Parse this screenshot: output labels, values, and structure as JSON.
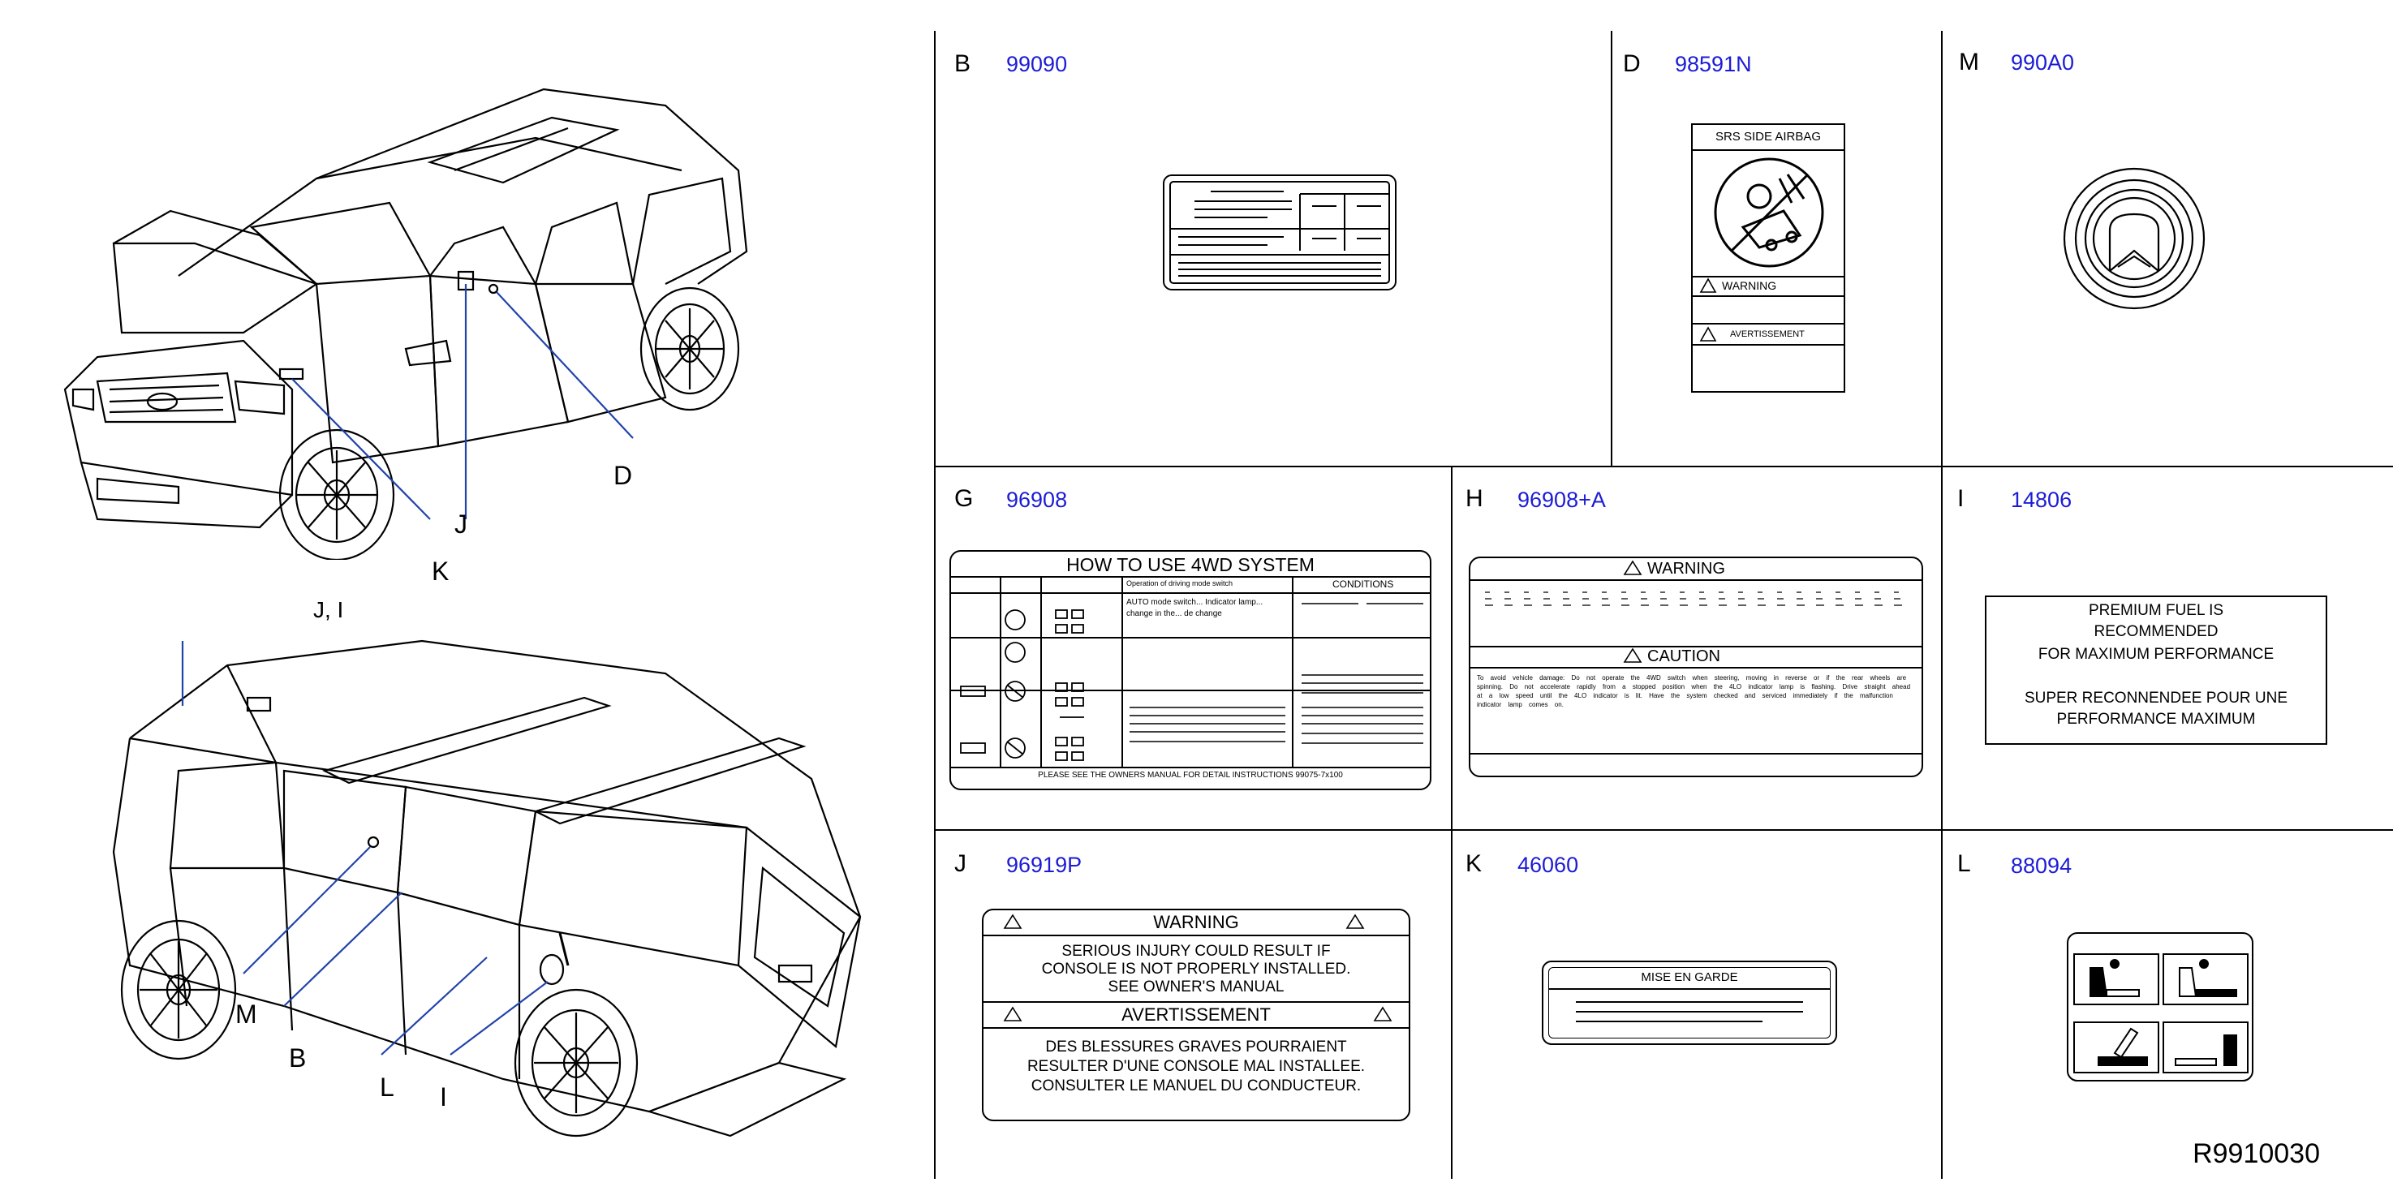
{
  "reference": "R9910030",
  "callouts": {
    "D": "D",
    "J": "J",
    "K": "K",
    "top_label": "J, I",
    "M": "M",
    "B": "B",
    "L": "L",
    "I": "I"
  },
  "panels": {
    "B": {
      "letter": "B",
      "code": "99090"
    },
    "D": {
      "letter": "D",
      "code": "98591N",
      "title": "SRS   SIDE   AIRBAG",
      "warning": "WARNING",
      "avertissement": "AVERTISSEMENT"
    },
    "M": {
      "letter": "M",
      "code": "990A0"
    },
    "G": {
      "letter": "G",
      "code": "96908",
      "title": "HOW  TO  USE  4WD  SYSTEM",
      "col_operation": "Operation  of  driving  mode  switch",
      "col_conditions": "CONDITIONS",
      "auto_text": "AUTO mode switch... Indicator lamp... change in the... de change",
      "footer": "PLEASE   SEE   THE   OWNERS   MANUAL   FOR   DETAIL   INSTRUCTIONS   99075-7x100"
    },
    "H": {
      "letter": "H",
      "code": "96908+A",
      "warning": "WARNING",
      "caution": "CAUTION",
      "caution_text": "To avoid vehicle damage: Do not operate the 4WD switch when steering, moving in reverse or if the rear wheels are spinning. Do not accelerate rapidly from a stopped position when the 4LO indicator lamp is flashing. Drive straight ahead at a low speed until the 4LO indicator is lit. Have the system checked and serviced immediately if the malfunction indicator lamp comes on."
    },
    "I": {
      "letter": "I",
      "code": "14806",
      "line1": "PREMIUM  FUEL  IS",
      "line2": "RECOMMENDED",
      "line3": "FOR   MAXIMUM   PERFORMANCE",
      "line4": "SUPER   RECONNENDEE   POUR   UNE",
      "line5": "PERFORMANCE   MAXIMUM"
    },
    "J": {
      "letter": "J",
      "code": "96919P",
      "warning": "WARNING",
      "en1": "SERIOUS   INJURY   COULD   RESULT   IF",
      "en2": "CONSOLE   IS   NOT   PROPERLY   INSTALLED.",
      "en3": "SEE   OWNER'S   MANUAL",
      "avertissement": "AVERTISSEMENT",
      "fr1": "DES   BLESSURES   GRAVES   POURRAIENT",
      "fr2": "RESULTER  D'UNE  CONSOLE  MAL  INSTALLEE.",
      "fr3": "CONSULTER   LE   MANUEL   DU   CONDUCTEUR."
    },
    "K": {
      "letter": "K",
      "code": "46060",
      "title": "MISE   EN   GARDE"
    },
    "L": {
      "letter": "L",
      "code": "88094"
    }
  }
}
